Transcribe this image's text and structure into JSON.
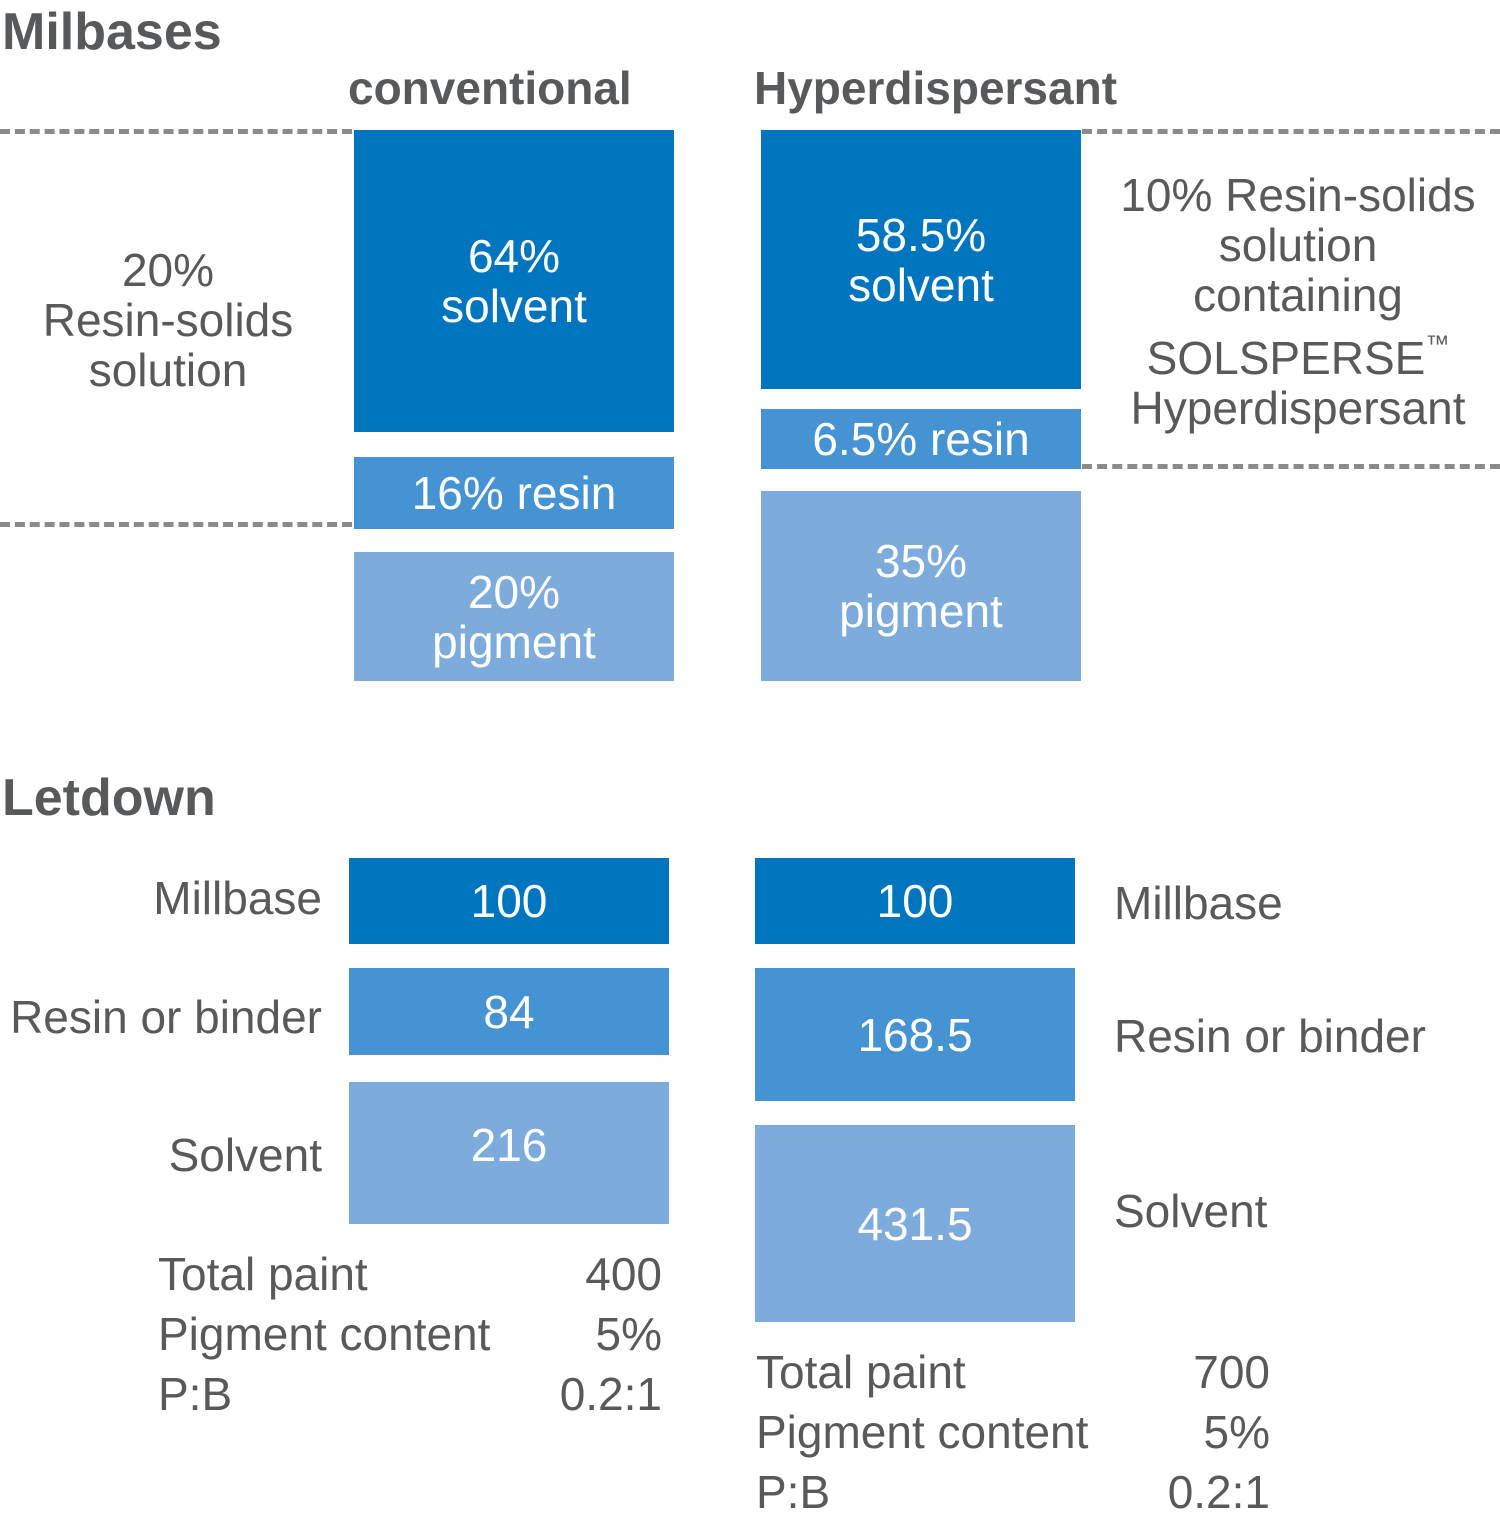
{
  "milbases": {
    "title": "Milbases",
    "conventional": {
      "heading": "conventional",
      "solvent": {
        "pct": "64%",
        "name": "solvent"
      },
      "resin": "16% resin",
      "pigment": {
        "pct": "20%",
        "name": "pigment"
      },
      "side_label": [
        "20%",
        "Resin-solids",
        "solution"
      ]
    },
    "hyper": {
      "heading": "Hyperdispersant",
      "solvent": {
        "pct": "58.5%",
        "name": "solvent"
      },
      "resin": "6.5% resin",
      "pigment": {
        "pct": "35%",
        "name": "pigment"
      },
      "side_label": [
        "10% Resin-solids",
        "solution",
        "containing",
        "SOLSPERSE",
        "Hyperdispersant"
      ],
      "trademark": "™"
    }
  },
  "letdown": {
    "title": "Letdown",
    "conventional": {
      "millbase": {
        "label": "Millbase",
        "value": "100"
      },
      "resin": {
        "label": "Resin or binder",
        "value": "84"
      },
      "solvent": {
        "label": "Solvent",
        "value": "216"
      },
      "stats": [
        {
          "label": "Total paint",
          "value": "400"
        },
        {
          "label": "Pigment content",
          "value": "5%"
        },
        {
          "label": "P:B",
          "value": "0.2:1"
        }
      ]
    },
    "hyper": {
      "millbase": {
        "label": "Millbase",
        "value": "100"
      },
      "resin": {
        "label": "Resin or binder",
        "value": "168.5"
      },
      "solvent": {
        "label": "Solvent",
        "value": "431.5"
      },
      "stats": [
        {
          "label": "Total paint",
          "value": "700"
        },
        {
          "label": "Pigment content",
          "value": "5%"
        },
        {
          "label": "P:B",
          "value": "0.2:1"
        }
      ]
    }
  },
  "colors": {
    "dark_blue": "#0075bf",
    "mid_blue": "#4593d3",
    "light_blue": "#7dabdb",
    "text_gray": "#58595b",
    "dash_gray": "#8a8b8d"
  }
}
